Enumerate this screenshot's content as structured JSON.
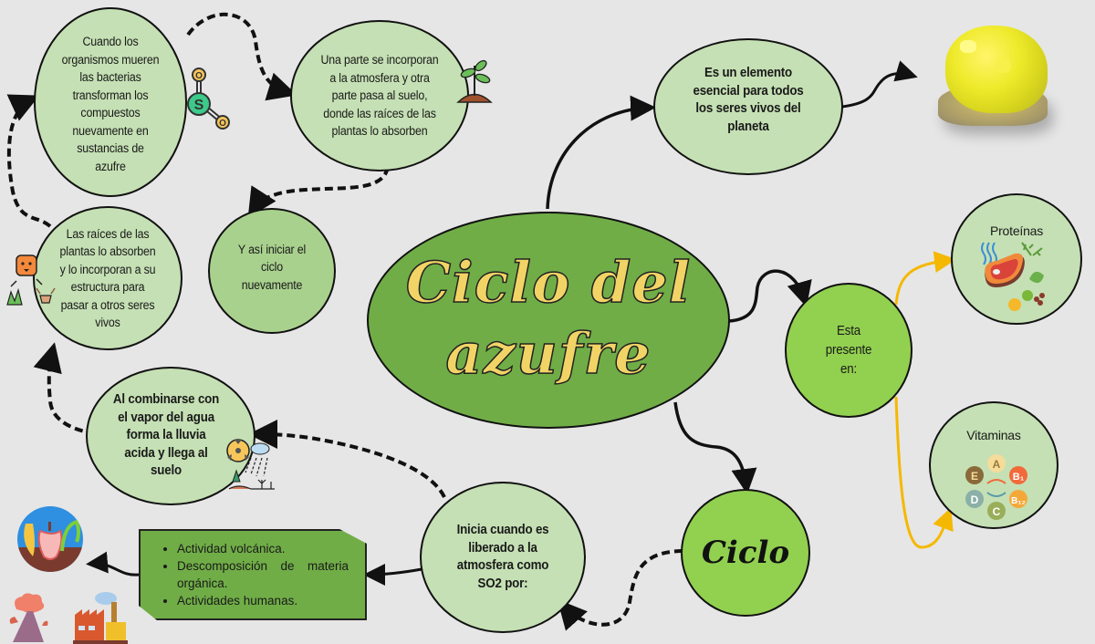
{
  "title": {
    "line1": "Ciclo del",
    "line2": "azufre"
  },
  "nodes": {
    "organismos": "Cuando los organismos mueren las bacterias transforman los compuestos nuevamente en sustancias de azufre",
    "atmosfera": "Una parte se incorporan a la atmosfera y otra parte pasa al suelo, donde las raíces de las plantas lo absorben",
    "raices": "Las raíces de las plantas lo absorben y lo incorporan a su estructura para pasar a otros seres vivos",
    "reinicio": "Y así iniciar el ciclo nuevamente",
    "lluvia": "Al combinarse con el vapor del agua forma la lluvia acida y llega al suelo",
    "inicia": "Inicia cuando es liberado a la atmosfera como SO2 por:",
    "ciclo": "Ciclo",
    "esencial": "Es un elemento esencial para todos los seres vivos del planeta",
    "presente": "Esta presente en:",
    "proteinas": "Proteínas",
    "vitaminas": "Vitaminas"
  },
  "sources": {
    "items": [
      "Actividad volcánica.",
      "Descomposición de materia orgánica.",
      "Actividades humanas."
    ]
  },
  "icons": {
    "so2_molecule": {
      "center": "S",
      "atoms": [
        "O",
        "O"
      ]
    },
    "vitamin_labels": [
      "A",
      "B1",
      "B12",
      "C",
      "D",
      "E"
    ]
  },
  "colors": {
    "background": "#e6e6e6",
    "pale_green": "#c5e0b4",
    "lime_green": "#92d050",
    "dark_green": "#70ad47",
    "title_yellow": "#f2d466",
    "accent_orange_line": "#f5b800"
  }
}
